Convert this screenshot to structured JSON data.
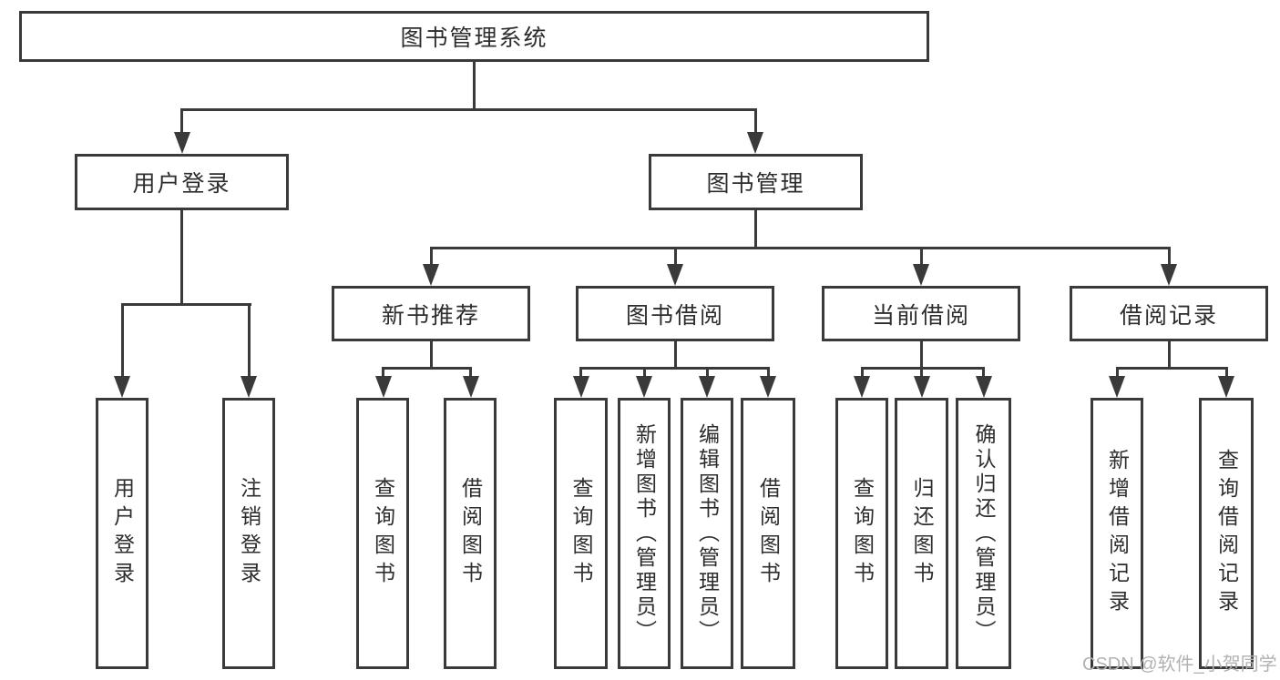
{
  "diagram": {
    "root": {
      "label": "图书管理系统",
      "children": [
        {
          "label": "用户登录",
          "children": [
            {
              "label": "用户登录"
            },
            {
              "label": "注销登录"
            }
          ]
        },
        {
          "label": "图书管理",
          "children": [
            {
              "label": "新书推荐",
              "children": [
                {
                  "label": "查询图书"
                },
                {
                  "label": "借阅图书"
                }
              ]
            },
            {
              "label": "图书借阅",
              "children": [
                {
                  "label": "查询图书"
                },
                {
                  "label": "新增图书（管理员）"
                },
                {
                  "label": "编辑图书（管理员）"
                },
                {
                  "label": "借阅图书"
                }
              ]
            },
            {
              "label": "当前借阅",
              "children": [
                {
                  "label": "查询图书"
                },
                {
                  "label": "归还图书"
                },
                {
                  "label": "确认归还（管理员）"
                }
              ]
            },
            {
              "label": "借阅记录",
              "children": [
                {
                  "label": "新增借阅记录"
                },
                {
                  "label": "查询借阅记录"
                }
              ]
            }
          ]
        }
      ]
    },
    "colors": {
      "line": "#3a3a3a",
      "text": "#2d2d2d",
      "box_background": "#ffffff",
      "watermark": "#b2b2b2"
    }
  },
  "watermark": {
    "text": "CSDN @软件_小贺同学"
  }
}
